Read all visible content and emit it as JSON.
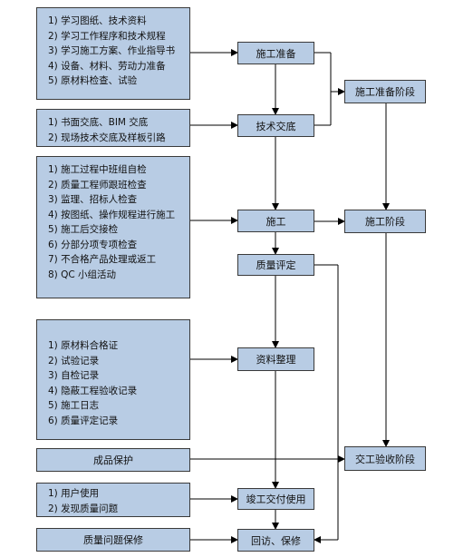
{
  "colors": {
    "box_fill": "#b8cce4",
    "border": "#3a3a3a",
    "line": "#000000"
  },
  "left_boxes": {
    "prep": [
      "1) 学习图纸、技术资料",
      "2) 学习工作程序和技术规程",
      "3) 学习施工方案、作业指导书",
      "4) 设备、材料、劳动力准备",
      "5) 原材料检查、试验"
    ],
    "tech": [
      "1) 书面交底、BIM 交底",
      "2) 现场技术交底及样板引路"
    ],
    "construction": [
      "1) 施工过程中班组自检",
      "2) 质量工程师跟班检查",
      "3) 监理、招标人检查",
      "4) 按图纸、操作规程进行施工",
      "5) 施工后交接检",
      "6) 分部分项专项检查",
      "7) 不合格产品处理或返工",
      "8) QC 小组活动"
    ],
    "docs": [
      "1) 原材料合格证",
      "2) 试验记录",
      "3) 自检记录",
      "4) 隐蔽工程验收记录",
      "5) 施工日志",
      "6) 质量评定记录"
    ],
    "protect": "成品保护",
    "use": [
      "1) 用户使用",
      "2) 发现质量问题"
    ],
    "warranty": "质量问题保修"
  },
  "center_boxes": {
    "prep": "施工准备",
    "tech": "技术交底",
    "construction": "施工",
    "assessment": "质量评定",
    "docs": "资料整理",
    "handover": "竣工交付使用",
    "revisit": "回访、保修"
  },
  "right_boxes": {
    "prep_stage": "施工准备阶段",
    "construction_stage": "施工阶段",
    "acceptance_stage": "交工验收阶段"
  }
}
